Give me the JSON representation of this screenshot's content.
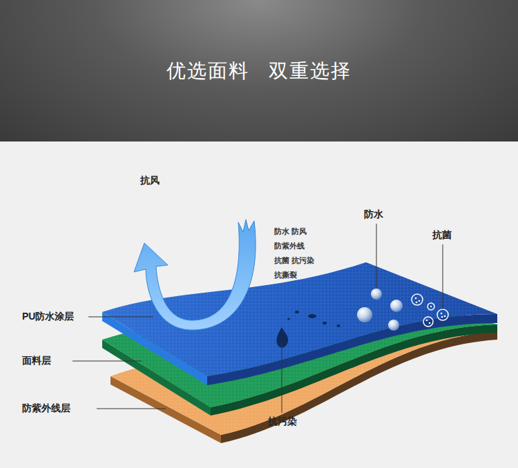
{
  "diagram": {
    "title": "优选面料 双重选择",
    "labels": [
      "抗风",
      "防水 防风",
      "防紫外线",
      "抗菌 抗污染",
      "抗撕裂",
      "防水",
      "抗菌",
      "PU防水涂层",
      "面料层",
      "防紫外线层",
      "抗污染"
    ]
  }
}
